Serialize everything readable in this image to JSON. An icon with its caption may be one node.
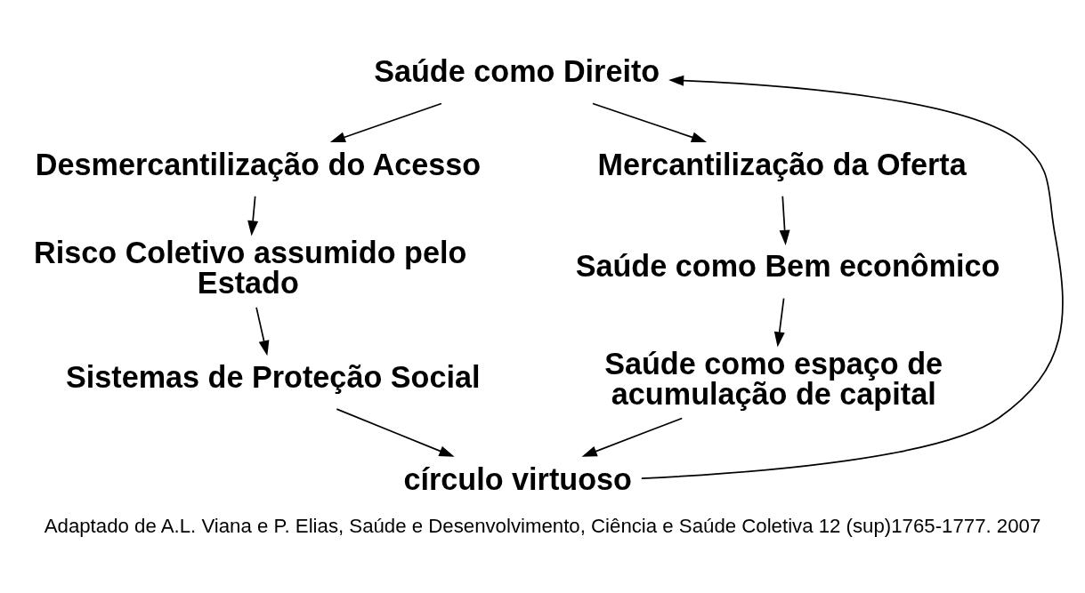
{
  "diagram": {
    "caption": "Adaptado de A.L. Viana e P. Elias, Saúde e Desenvolvimento, Ciência e Saúde Coletiva 12 (sup)1765-1777. 2007",
    "nodes": [
      {
        "text": [
          "Saúde como Direito"
        ]
      },
      {
        "text": [
          "Desmercantilização do Acesso"
        ]
      },
      {
        "text": [
          "Risco Coletivo assumido pelo Estado"
        ]
      },
      {
        "text": [
          "Sistemas de Proteção Social"
        ]
      },
      {
        "text": [
          "Mercantilização da Oferta"
        ]
      },
      {
        "text": [
          "Saúde como Bem econômico"
        ]
      },
      {
        "text": [
          "Saúde como espaço de acumulação de capital"
        ]
      },
      {
        "text": [
          "círculo virtuoso"
        ]
      }
    ],
    "edges": [
      {
        "from": 0,
        "to": 1,
        "arrow": "to"
      },
      {
        "from": 0,
        "to": 4,
        "arrow": "to"
      },
      {
        "from": 1,
        "to": 2,
        "arrow": "to"
      },
      {
        "from": 2,
        "to": 3,
        "arrow": "to"
      },
      {
        "from": 4,
        "to": 5,
        "arrow": "to"
      },
      {
        "from": 5,
        "to": 6,
        "arrow": "to"
      },
      {
        "from": 3,
        "to": 7,
        "arrow": "to"
      },
      {
        "from": 6,
        "to": 7,
        "arrow": "to"
      },
      {
        "from": 7,
        "to": 0,
        "arrow": "to"
      }
    ]
  }
}
